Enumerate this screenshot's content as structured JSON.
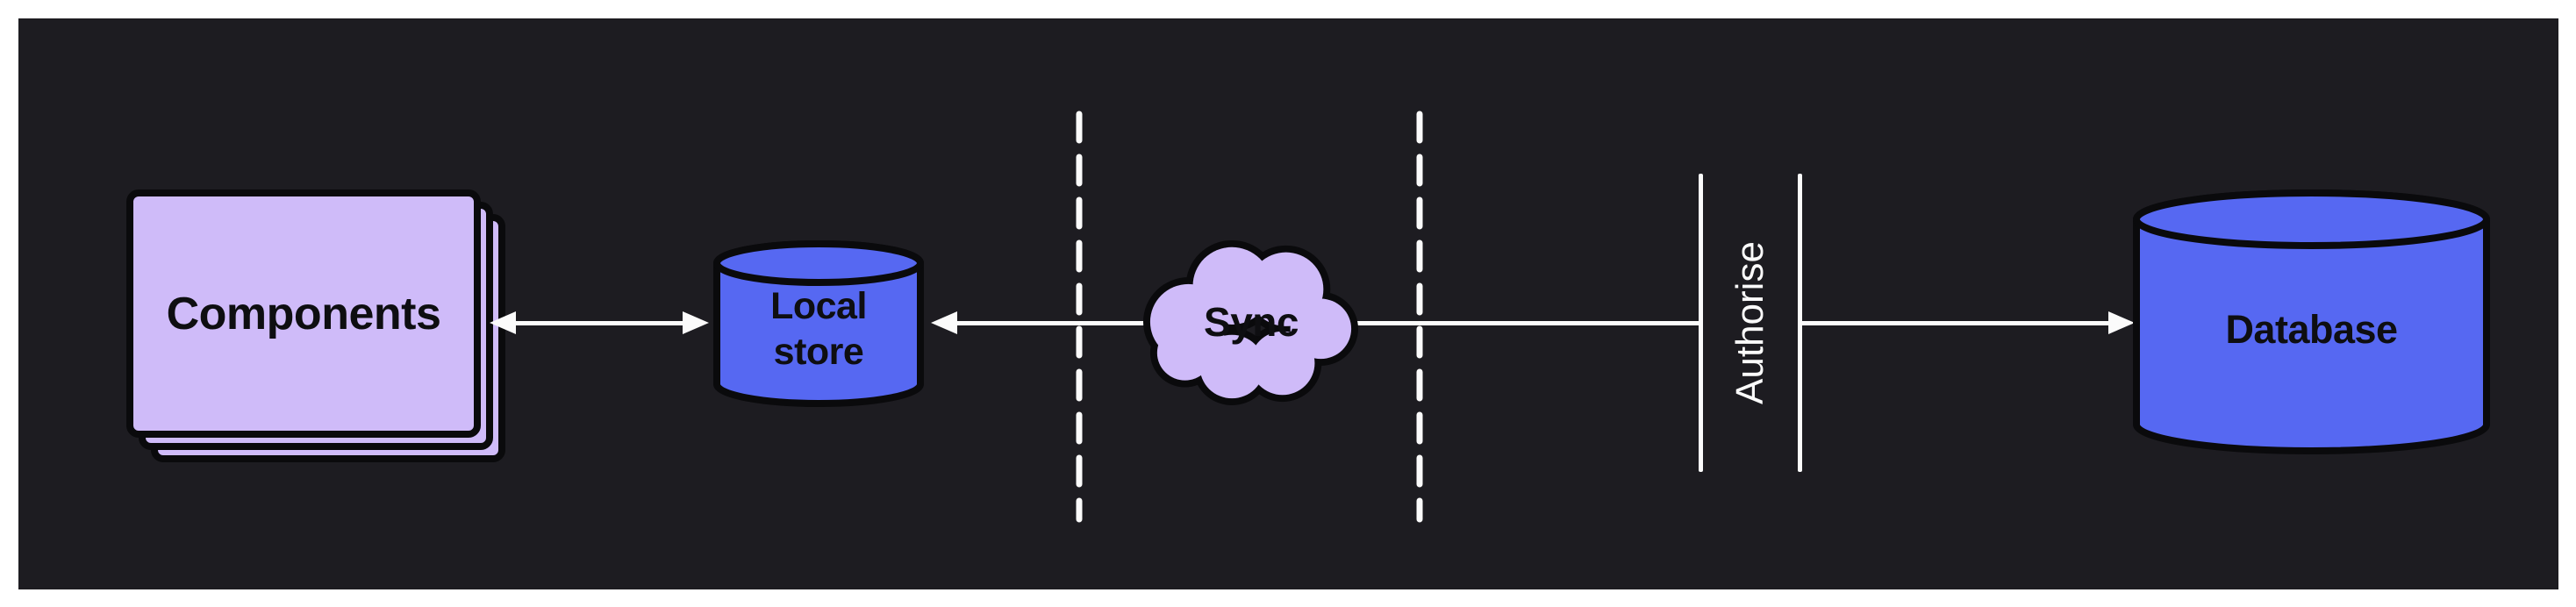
{
  "colors": {
    "page_bg": "#ffffff",
    "panel_bg": "#1d1c21",
    "lavender": "#cfbbf9",
    "blue": "#5668f2",
    "outline": "#0a0a0c",
    "line_white": "#fbfbfb",
    "text_dark": "#0e0e11"
  },
  "diagram": {
    "nodes": {
      "components": {
        "label": "Components",
        "shape": "stacked-cards",
        "fill": "#cfbbf9"
      },
      "local_store": {
        "label": "Local store",
        "shape": "cylinder",
        "fill": "#5668f2"
      },
      "sync": {
        "label": "Sync",
        "shape": "cloud",
        "fill": "#cfbbf9"
      },
      "authorise": {
        "label": "Authorise",
        "shape": "gate"
      },
      "database": {
        "label": "Database",
        "shape": "cylinder",
        "fill": "#5668f2"
      }
    },
    "edges": [
      {
        "from": "components",
        "to": "local_store",
        "type": "bidirectional-arrow"
      },
      {
        "from": "sync",
        "to": "local_store",
        "type": "arrow"
      },
      {
        "from": "sync",
        "to": "authorise",
        "type": "line"
      },
      {
        "from": "authorise",
        "to": "database",
        "type": "arrow"
      }
    ],
    "separators": {
      "style": "dashed-vertical",
      "count": 2
    }
  }
}
